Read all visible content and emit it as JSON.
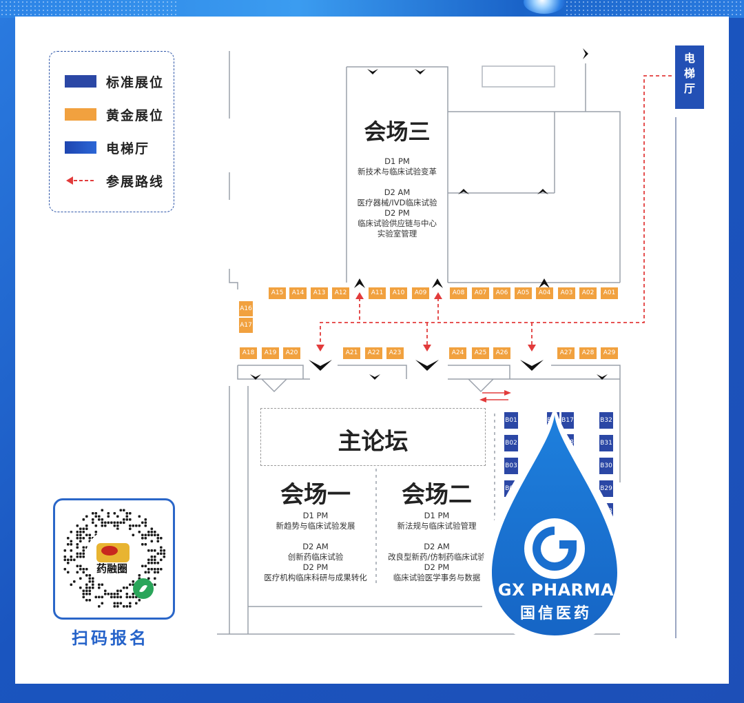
{
  "legend": {
    "items": [
      {
        "label": "标准展位",
        "color": "#2b47a5"
      },
      {
        "label": "黄金展位",
        "color": "#f1a13f"
      },
      {
        "label": "电梯厅",
        "color": "#2350b5"
      },
      {
        "label": "参展路线",
        "color": "#e23b3b"
      }
    ]
  },
  "elevator": {
    "label": "电梯厅"
  },
  "halls": {
    "hall3": {
      "title": "会场三",
      "schedule": [
        "D1 PM",
        "新技术与临床试验变革",
        "",
        "D2 AM",
        "医疗器械/IVD临床试验",
        "D2 PM",
        "临床试验供应链与中心",
        "实验室管理"
      ]
    },
    "main_forum": {
      "title": "主论坛"
    },
    "hall1": {
      "title": "会场一",
      "schedule": [
        "D1 PM",
        "新趋势与临床试验发展",
        "",
        "D2 AM",
        "创新药临床试验",
        "D2 PM",
        "医疗机构临床科研与成果转化"
      ]
    },
    "hall2": {
      "title": "会场二",
      "schedule": [
        "D1 PM",
        "新法规与临床试验管理",
        "",
        "D2 AM",
        "改良型新药/仿制药临床试验",
        "D2 PM",
        "临床试验医学事务与数据"
      ]
    }
  },
  "booths": {
    "top_row": [
      "A15",
      "A14",
      "A13",
      "A12",
      "A11",
      "A10",
      "A09",
      "A08",
      "A07",
      "A06",
      "A05",
      "A04",
      "A03",
      "A02",
      "A01"
    ],
    "left_col": [
      "A16",
      "A17"
    ],
    "mid_row": [
      "A18",
      "A19",
      "A20",
      "A21",
      "A22",
      "A23",
      "A24",
      "A25",
      "A26",
      "A27",
      "A28",
      "A29"
    ],
    "b_col1": [
      "B01",
      "B02",
      "B03",
      "B04"
    ],
    "b_col2": [
      "B16",
      "B17",
      "B18"
    ],
    "b_col3": [
      "B32",
      "B31",
      "B30",
      "B29",
      "B28"
    ]
  },
  "qr": {
    "label": "扫码报名",
    "badge": "药融圈"
  },
  "brand": {
    "name": "GX PHARMA",
    "name_cn": "国信医药",
    "accent": "#1b78d8"
  }
}
